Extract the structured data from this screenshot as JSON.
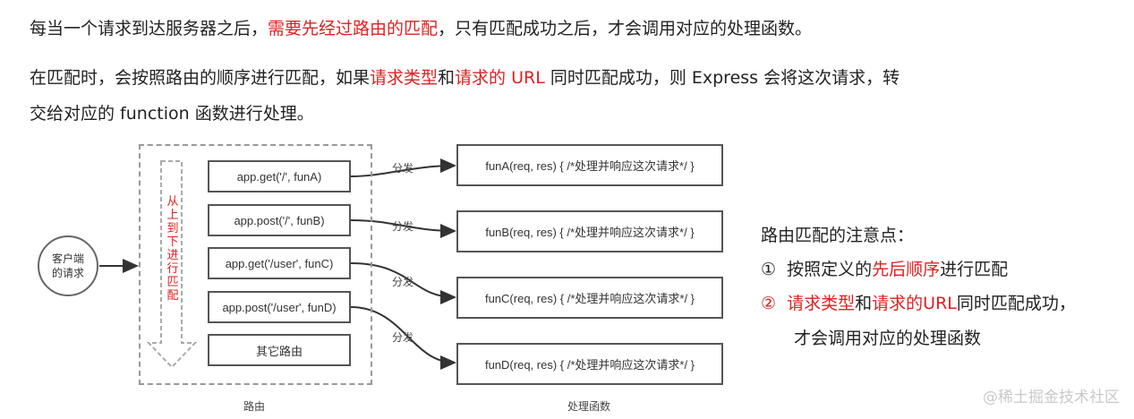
{
  "paragraph1": {
    "part1": "每当一个请求到达服务器之后，",
    "part2_red": "需要先经过路由的匹配",
    "part3": "，只有匹配成功之后，才会调用对应的处理函数。"
  },
  "paragraph2": {
    "part1": "在匹配时，会按照路由的顺序进行匹配，如果",
    "part2_red": "请求类型",
    "part3": "和",
    "part4_red": "请求的 URL",
    "part5": " 同时匹配成功，则 Express 会将这次请求，转",
    "line2": "交给对应的 function 函数进行处理。"
  },
  "diagram": {
    "client_line1": "客户端",
    "client_line2": "的请求",
    "order_text": "从上到下进行匹配",
    "routes": [
      "app.get('/', funA)",
      "app.post('/', funB)",
      "app.get('/user', funC)",
      "app.post('/user', funD)",
      "其它路由"
    ],
    "dispatch_label": "分发",
    "handlers": [
      "funA(req, res) { /*处理并响应这次请求*/ }",
      "funB(req, res) { /*处理并响应这次请求*/ }",
      "funC(req, res) { /*处理并响应这次请求*/ }",
      "funD(req, res) { /*处理并响应这次请求*/ }"
    ],
    "routes_caption": "路由",
    "handlers_caption": "处理函数"
  },
  "notes": {
    "title": "路由匹配的注意点：",
    "item1": {
      "num": "①",
      "text1": "按照定义的",
      "red": "先后顺序",
      "text2": "进行匹配"
    },
    "item2": {
      "num": "②",
      "red1": "请求类型",
      "text1": "和",
      "red2": "请求的URL",
      "text2": "同时匹配成功，",
      "line2": "才会调用对应的处理函数"
    }
  },
  "watermark": "@稀土掘金技术社区"
}
